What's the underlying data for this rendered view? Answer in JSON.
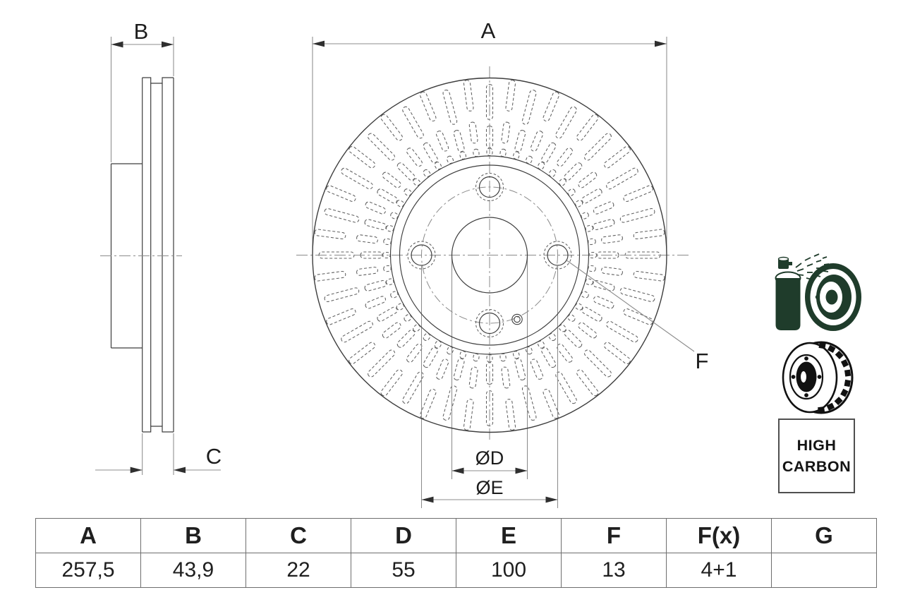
{
  "page": {
    "background": "#ffffff"
  },
  "dimension_labels": {
    "a": "A",
    "b": "B",
    "c": "C",
    "d": "ØD",
    "e": "ØE",
    "f": "F"
  },
  "spec_table": {
    "headers": [
      "A",
      "B",
      "C",
      "D",
      "E",
      "F",
      "F(x)",
      "G"
    ],
    "values": [
      "257,5",
      "43,9",
      "22",
      "55",
      "100",
      "13",
      "4+1",
      ""
    ]
  },
  "badge": {
    "line1": "HIGH",
    "line2": "CARBON"
  },
  "icons": {
    "coating_spray_icon": "spray-can-coated-disc",
    "vented_disc_icon": "vented-brake-disc"
  },
  "colors": {
    "drawing_line": "#3d3d3d",
    "dashed_slot": "#606060",
    "center_line": "#8a8a8a",
    "dimension_line": "#8c8c8c",
    "arrow": "#2f2f2f",
    "icon_green": "#1f3c2b",
    "icon_black": "#111111",
    "text": "#1c1c1c"
  }
}
